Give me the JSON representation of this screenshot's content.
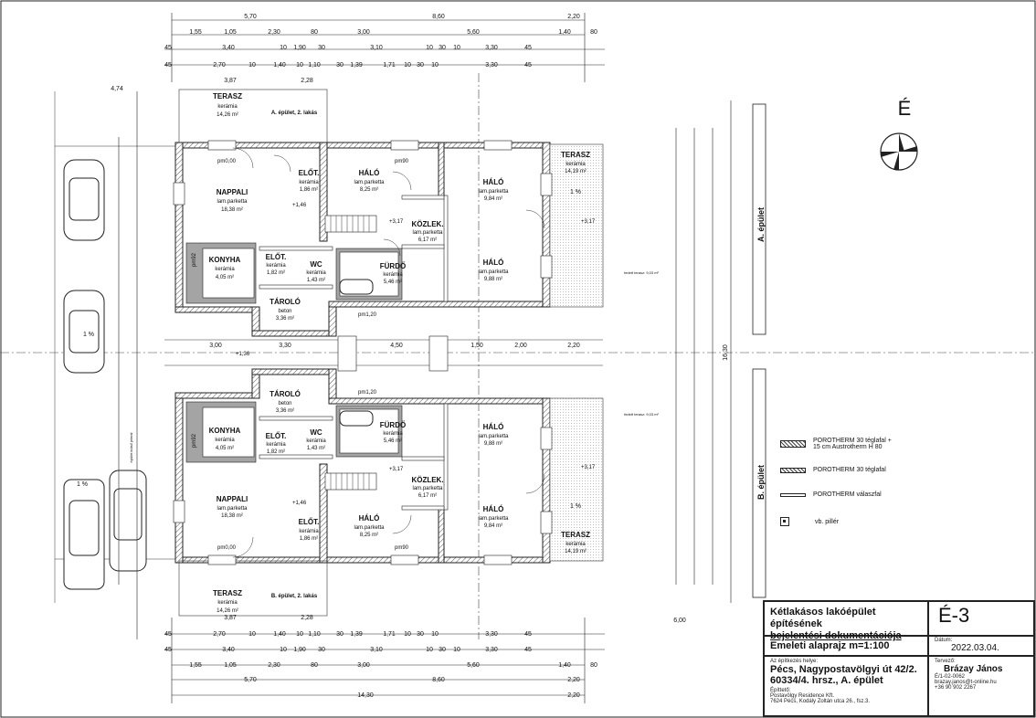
{
  "title_block": {
    "project_title_line1": "Kétlakásos lakóépület építésének",
    "project_title_line2": "bejelentési dokumentációja",
    "sheet_code": "É-3",
    "drawing_name": "Emeleti alaprajz m=1:100",
    "date_label": "Dátum:",
    "date": "2022.03.04.",
    "site_label": "Az építkezés helye:",
    "site_line1": "Pécs, Nagypostavölgyi út 42/2.",
    "site_line2": "60334/4. hrsz., A. épület",
    "client_label": "Építtető:",
    "client_line1": "Postavölgy Residence Kft.",
    "client_line2": "7624 Pécs, Kodály Zoltán utca 26., fsz.3.",
    "designer_label": "Tervező:",
    "designer_name": "Brázay János",
    "designer_id": "É/1-02-0062",
    "designer_email": "brazay.janos@t-online.hu",
    "designer_phone": "+36 90 902 2267"
  },
  "legend": [
    {
      "label": "POROTHERM  30 téglafal +",
      "label2": "15 cm Austrotherm H 80",
      "swatch": "hatch-thick"
    },
    {
      "label": "POROTHERM 30 téglafal",
      "label2": "",
      "swatch": "hatch"
    },
    {
      "label": "POROTHERM válaszfal",
      "label2": "",
      "swatch": "thin"
    },
    {
      "label": "vb. pillér",
      "label2": "",
      "swatch": "pillar"
    }
  ],
  "north_label": "É",
  "building_labels": {
    "a": "A. épület",
    "b": "B. épület"
  },
  "rooms_a": [
    {
      "name": "TERASZ",
      "mat": "kerámia",
      "area": "14,26 m²"
    },
    {
      "name": "NAPPALI",
      "mat": "lam.parketta",
      "area": "18,38 m²"
    },
    {
      "name": "ELŐT.",
      "mat": "kerámia",
      "area": "1,86 m²"
    },
    {
      "name": "HÁLÓ",
      "mat": "lam.parketta",
      "area": "8,25 m²"
    },
    {
      "name": "HÁLÓ",
      "mat": "lam.parketta",
      "area": "9,84 m²"
    },
    {
      "name": "TERASZ",
      "mat": "kerámia",
      "area": "14,19 m²"
    },
    {
      "name": "KÖZLEK.",
      "mat": "lam.parketta",
      "area": "6,17 m²"
    },
    {
      "name": "KONYHA",
      "mat": "kerámia",
      "area": "4,05 m²"
    },
    {
      "name": "ELŐT.",
      "mat": "kerámia",
      "area": "1,82 m²"
    },
    {
      "name": "WC",
      "mat": "kerámia",
      "area": "1,43 m²"
    },
    {
      "name": "FÜRDŐ",
      "mat": "kerámia",
      "area": "5,46 m²"
    },
    {
      "name": "HÁLÓ",
      "mat": "lam.parketta",
      "area": "9,88 m²"
    },
    {
      "name": "TÁROLÓ",
      "mat": "beton",
      "area": "3,36 m²"
    }
  ],
  "rooms_b": [
    {
      "name": "TÁROLÓ",
      "mat": "beton",
      "area": "3,36 m²"
    },
    {
      "name": "KONYHA",
      "mat": "kerámia",
      "area": "4,05 m²"
    },
    {
      "name": "ELŐT.",
      "mat": "kerámia",
      "area": "1,82 m²"
    },
    {
      "name": "WC",
      "mat": "kerámia",
      "area": "1,43 m²"
    },
    {
      "name": "FÜRDŐ",
      "mat": "kerámia",
      "area": "5,46 m²"
    },
    {
      "name": "HÁLÓ",
      "mat": "lam.parketta",
      "area": "9,88 m²"
    },
    {
      "name": "KÖZLEK.",
      "mat": "lam.parketta",
      "area": "6,17 m²"
    },
    {
      "name": "NAPPALI",
      "mat": "lam.parketta",
      "area": "18,38 m²"
    },
    {
      "name": "HÁLÓ",
      "mat": "lam.parketta",
      "area": "8,25 m²"
    },
    {
      "name": "HÁLÓ",
      "mat": "lam.parketta",
      "area": "9,84 m²"
    },
    {
      "name": "ELŐT.",
      "mat": "kerámia",
      "area": "1,86 m²"
    },
    {
      "name": "TERASZ",
      "mat": "kerámia",
      "area": "14,19 m²"
    },
    {
      "name": "TERASZ",
      "mat": "kerámia",
      "area": "14,26 m²"
    }
  ],
  "unit_labels": {
    "a": "A. épület, 2. lakás",
    "b": "B. épület, 2. lakás"
  },
  "levels": {
    "pm0": "pm0,00",
    "pm90": "pm90",
    "pm120": "pm1,20",
    "p146": "+1,46",
    "p317": "+3,17",
    "p136": "+1,36",
    "pm92": "pm92"
  },
  "dims_top": [
    "5,70",
    "8,60",
    "2,20"
  ],
  "dims_top2": [
    "1,55",
    "1,05",
    "2,30",
    "80",
    "3,00",
    "5,60",
    "1,40",
    "80"
  ],
  "dims_top3": [
    "45",
    "3,40",
    "10",
    "1,90",
    "30",
    "3,10",
    "10",
    "30",
    "10",
    "3,30",
    "45"
  ],
  "dims_top4": [
    "45",
    "2,70",
    "10",
    "1,40",
    "10",
    "1,10",
    "30",
    "1,39",
    "1,71",
    "10",
    "30",
    "10",
    "3,30",
    "45"
  ],
  "dims_mid": [
    "3,00",
    "3,30",
    "4,50",
    "1,50",
    "2,00",
    "2,20"
  ],
  "dims_bottom_total": "14,30",
  "dim_left_474": "4,74",
  "dim_387": "3,87",
  "dim_228": "2,28",
  "dim_600": "6,00",
  "dim_right_total": "16,30",
  "slope": "1 %",
  "parking_note": "épület külső jelenti",
  "terrace_note": "fedett terasz: 9,03 m²"
}
